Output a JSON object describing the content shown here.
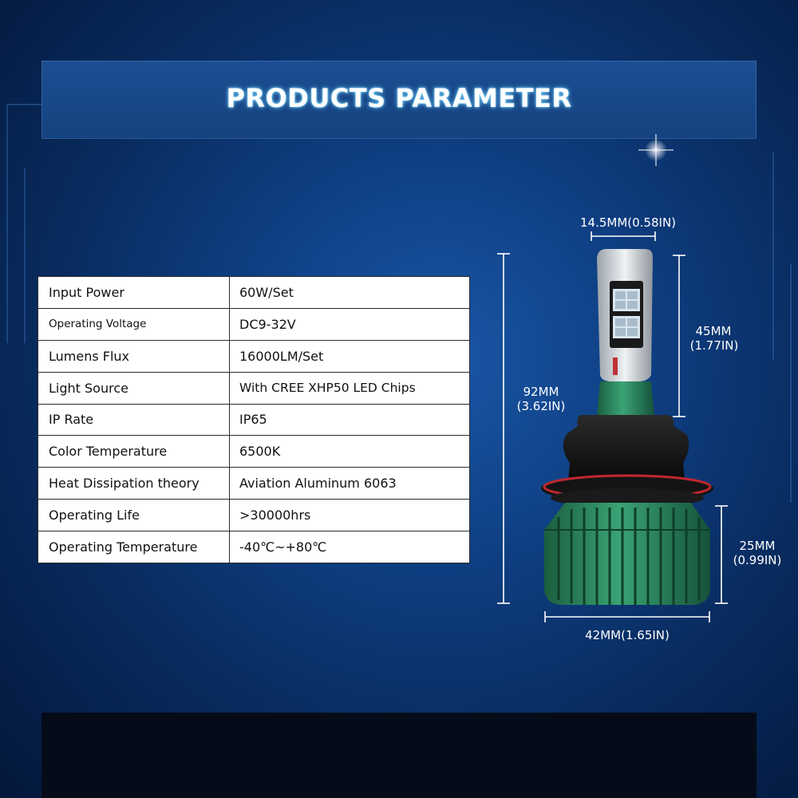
{
  "banner": {
    "title": "PRODUCTS PARAMETER"
  },
  "specs": [
    {
      "label": "Input Power",
      "value": "60W/Set"
    },
    {
      "label": "Operating Voltage",
      "value": "DC9-32V"
    },
    {
      "label": "Lumens Flux",
      "value": "16000LM/Set"
    },
    {
      "label": "Light Source",
      "value": "With CREE XHP50 LED Chips"
    },
    {
      "label": "IP Rate",
      "value": "IP65"
    },
    {
      "label": "Color Temperature",
      "value": "6500K"
    },
    {
      "label": "Heat Dissipation theory",
      "value": "Aviation Aluminum 6063"
    },
    {
      "label": "Operating Life",
      "value": ">30000hrs"
    },
    {
      "label": "Operating Temperature",
      "value": "-40℃~+80℃"
    }
  ],
  "dimensions": {
    "top_width": "14.5MM(0.58IN)",
    "chip_height_mm": "45MM",
    "chip_height_in": "(1.77IN)",
    "total_height_mm": "92MM",
    "total_height_in": "(3.62IN)",
    "base_height_mm": "25MM",
    "base_height_in": "(0.99IN)",
    "base_width": "42MM(1.65IN)"
  },
  "colors": {
    "background": "#0e3d80",
    "banner": "#1a4a8c",
    "heatsink_green": "#2a8a5a",
    "ring_red": "#b8242a"
  }
}
